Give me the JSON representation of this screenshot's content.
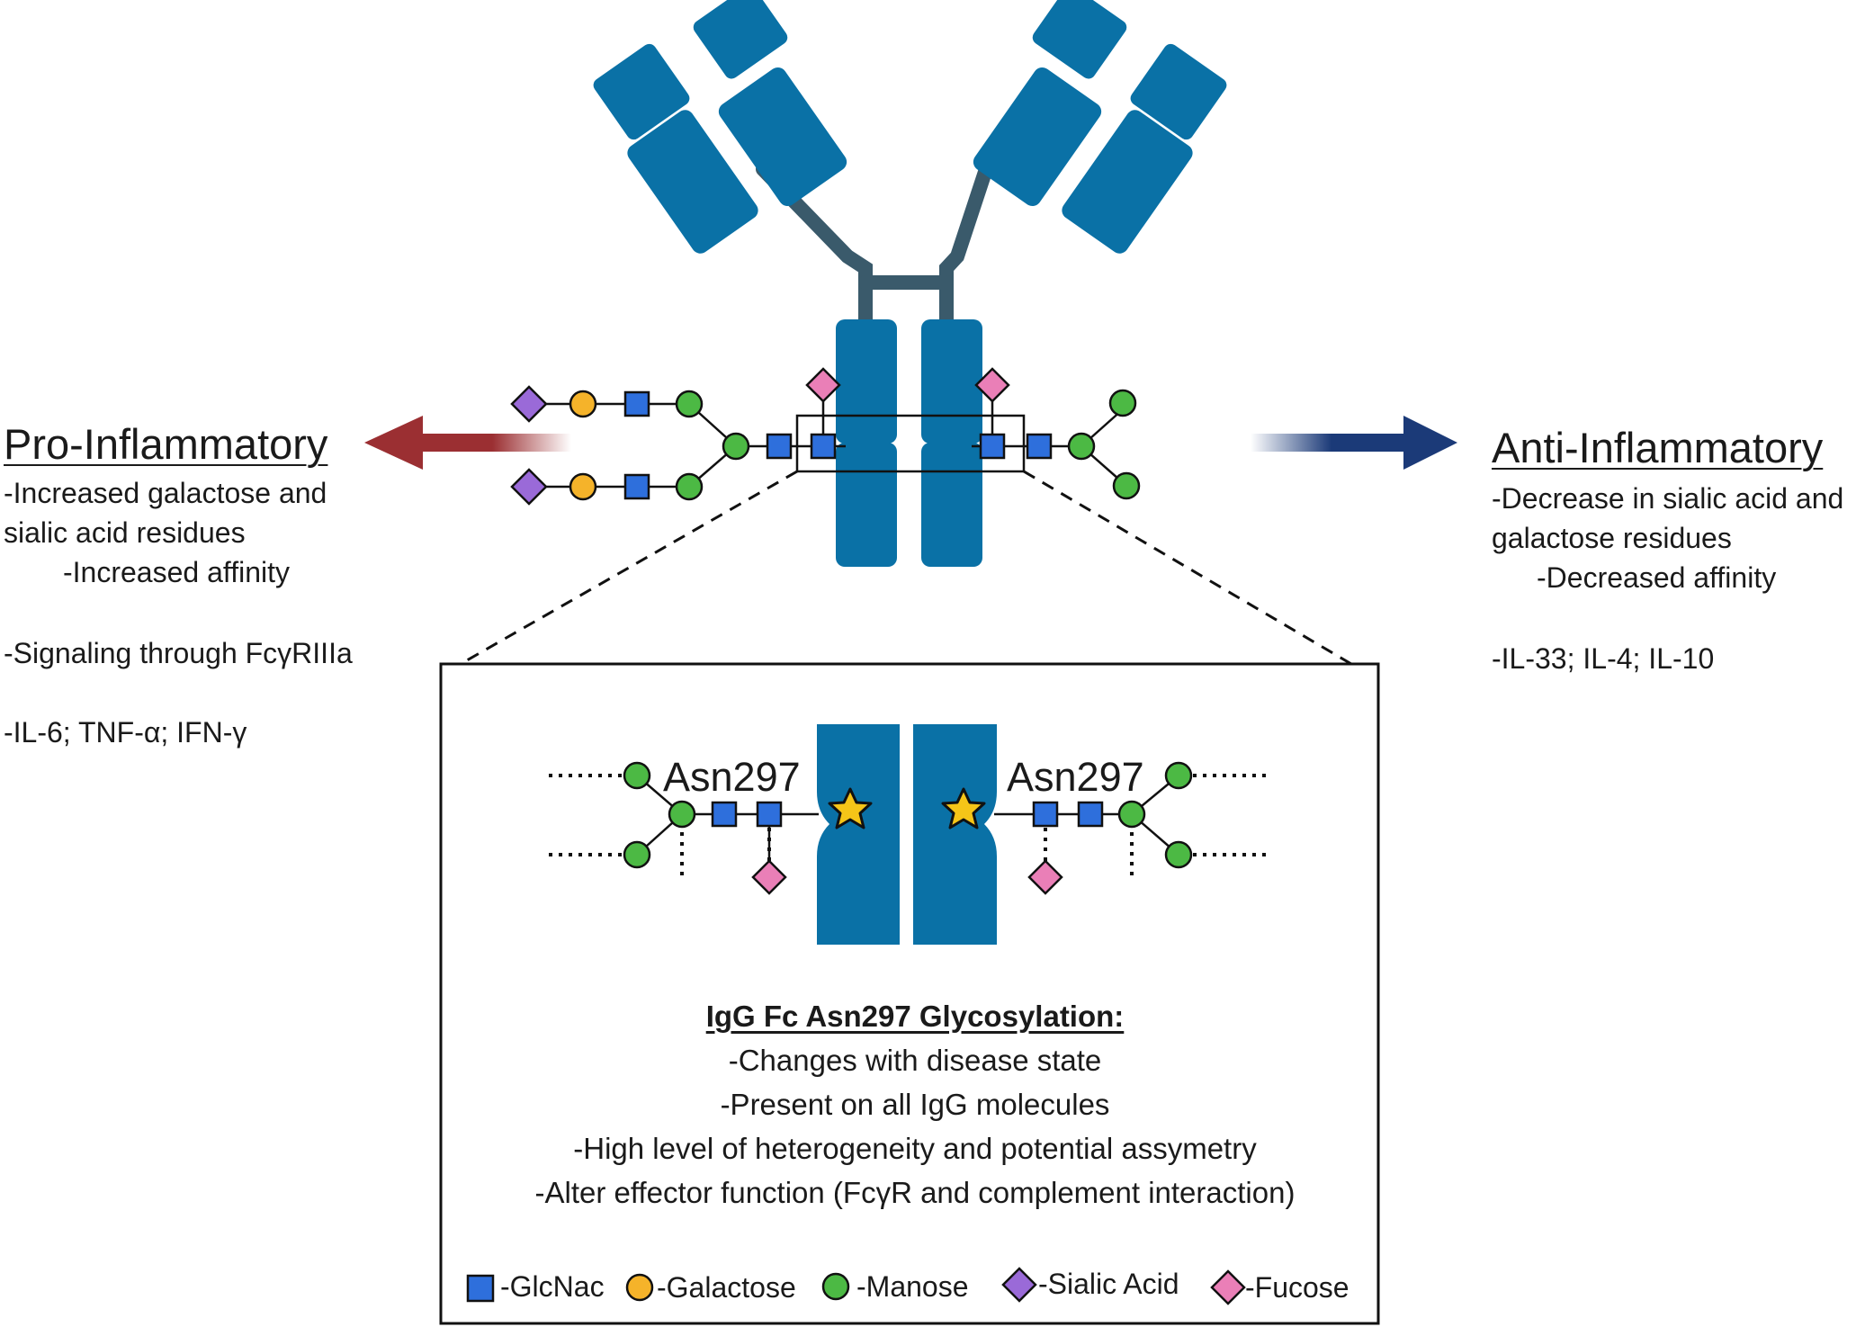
{
  "left_panel": {
    "heading": "Pro-Inflammatory",
    "lines": [
      "-Increased galactose and",
      "sialic acid residues",
      "-Increased affinity",
      "-Signaling through FcγRIIIa",
      "-IL-6; TNF-α; IFN-γ"
    ],
    "arrow_color": "#9b2f32"
  },
  "right_panel": {
    "heading": "Anti-Inflammatory",
    "lines": [
      "-Decrease  in sialic acid and",
      "galactose residues",
      "-Decreased affinity",
      "-IL-33; IL-4; IL-10"
    ],
    "arrow_color": "#1b3a78"
  },
  "antibody": {
    "color": "#0a71a6",
    "hinge_color": "#3a5a6b"
  },
  "inset": {
    "site_labels": [
      "Asn297",
      "Asn297"
    ],
    "summary_title": "IgG Fc Asn297 Glycosylation:",
    "summary_lines": [
      "-Changes with disease state",
      "-Present on all IgG molecules",
      "-High level of heterogeneity and potential assymetry",
      "-Alter effector function (FcγR and complement interaction)"
    ]
  },
  "legend": [
    {
      "label": "-GlcNac",
      "icon": "blue-square",
      "color": "#2e6fdc"
    },
    {
      "label": "-Galactose",
      "icon": "yellow-circle",
      "color": "#f5b32a"
    },
    {
      "label": "-Manose",
      "icon": "green-circle",
      "color": "#4cb944"
    },
    {
      "label": "-Sialic Acid",
      "icon": "purple-diamond",
      "color": "#9a6ad8"
    },
    {
      "label": "-Fucose",
      "icon": "pink-diamond",
      "color": "#ea7fb7"
    }
  ]
}
